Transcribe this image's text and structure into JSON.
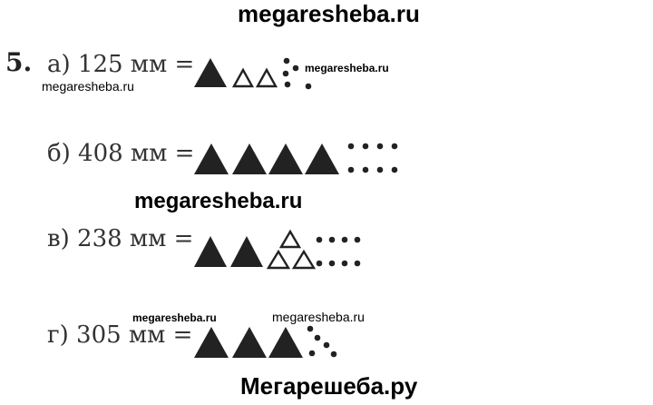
{
  "watermarks": {
    "header": "megaresheba.ru",
    "small_a_left": "megaresheba.ru",
    "small_a_right": "megaresheba.ru",
    "mid": "megaresheba.ru",
    "small_g_left": "megaresheba.ru",
    "small_g_right": "megaresheba.ru",
    "footer": "Мегарешеба.ру"
  },
  "task_number": "5.",
  "items": [
    {
      "label": "а) 125 мм =",
      "filled_triangles": 1,
      "outline_triangles": 2,
      "dots": 5
    },
    {
      "label": "б) 408 мм =",
      "filled_triangles": 4,
      "outline_triangles": 0,
      "dots": 8
    },
    {
      "label": "в) 238 мм =",
      "filled_triangles": 2,
      "outline_triangles": 3,
      "dots": 8
    },
    {
      "label": "г) 305 мм =",
      "filled_triangles": 3,
      "outline_triangles": 0,
      "dots": 5
    }
  ]
}
